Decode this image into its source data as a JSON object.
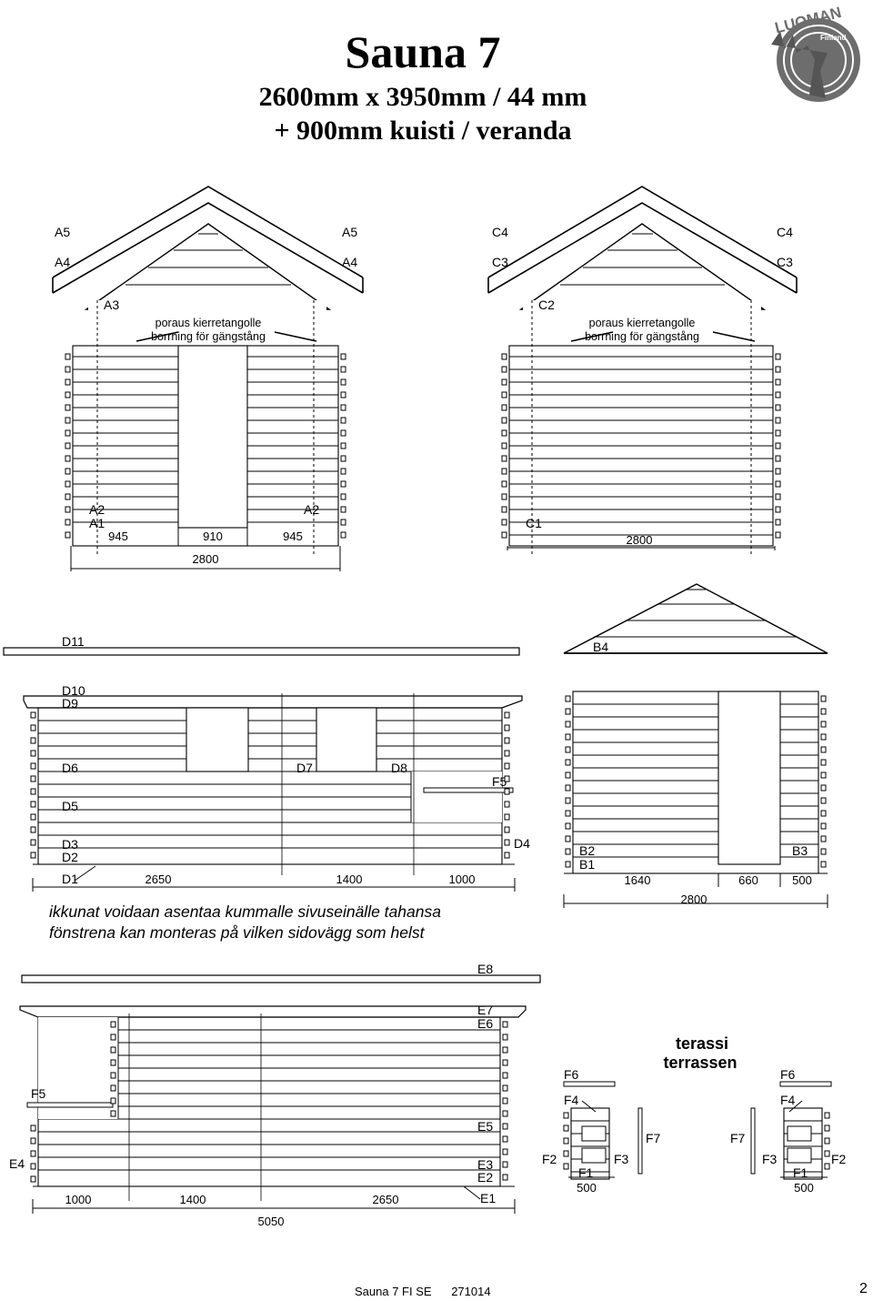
{
  "title": "Sauna 7",
  "subtitle_line1": "2600mm x 3950mm / 44 mm",
  "subtitle_line2": "+ 900mm kuisti / veranda",
  "logo": {
    "text": "LUOMAN",
    "subtext": "Finland",
    "icon": "moose-head-icon"
  },
  "front_gable": {
    "labels": [
      "A5",
      "A5",
      "A4",
      "A4",
      "A3",
      "A2",
      "A1",
      "A2"
    ],
    "drill_note_fi": "poraus kierretangolle",
    "drill_note_sv": "borrning för gängstång",
    "dims": [
      "945",
      "910",
      "945"
    ],
    "total": "2800"
  },
  "back_gable": {
    "labels": [
      "C4",
      "C4",
      "C3",
      "C3",
      "C2",
      "C1"
    ],
    "drill_note_fi": "poraus kierretangolle",
    "drill_note_sv": "borrning för gängstång",
    "total": "2800"
  },
  "side_wall_d": {
    "labels": [
      "D11",
      "D10",
      "D9",
      "D6",
      "D7",
      "D8",
      "F5",
      "D5",
      "D3",
      "D2",
      "D1",
      "D4"
    ],
    "dims": [
      "2650",
      "1400",
      "1000"
    ]
  },
  "end_wall_b": {
    "labels": [
      "B4",
      "B2",
      "B1",
      "B3"
    ],
    "dims": [
      "1640",
      "660",
      "500"
    ],
    "total": "2800"
  },
  "note_fi": "ikkunat voidaan asentaa kummalle sivuseinälle tahansa",
  "note_sv": "fönstrena kan monteras på vilken sidovägg som helst",
  "side_wall_e": {
    "labels": [
      "E8",
      "E7",
      "E6",
      "F5",
      "E5",
      "E4",
      "E3",
      "E2",
      "E1"
    ],
    "dims": [
      "1000",
      "1400",
      "2650"
    ],
    "total": "5050"
  },
  "terrace": {
    "title_fi": "terassi",
    "title_sv": "terrassen",
    "left_labels": [
      "F6",
      "F4",
      "F2",
      "F1",
      "F3",
      "F7"
    ],
    "right_labels": [
      "F7",
      "F6",
      "F4",
      "F3",
      "F1",
      "F2"
    ],
    "dim_left": "500",
    "dim_right": "500"
  },
  "footer": {
    "doc": "Sauna 7 FI SE",
    "code": "271014",
    "page": "2"
  }
}
